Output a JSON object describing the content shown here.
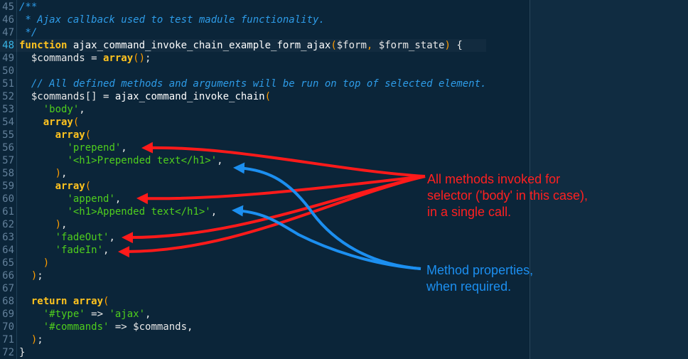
{
  "editor": {
    "current_line": "48",
    "lines": [
      {
        "n": "45",
        "tokens": [
          [
            "c",
            "/**"
          ]
        ]
      },
      {
        "n": "46",
        "tokens": [
          [
            "c",
            " * Ajax callback used to test madule functionality."
          ]
        ]
      },
      {
        "n": "47",
        "tokens": [
          [
            "c",
            " */"
          ]
        ]
      },
      {
        "n": "48",
        "tokens": [
          [
            "k",
            "function"
          ],
          [
            "o",
            " "
          ],
          [
            "f",
            "ajax_command_invoke_chain_example_form_ajax"
          ],
          [
            "p",
            "("
          ],
          [
            "v",
            "$form"
          ],
          [
            "p",
            ", "
          ],
          [
            "v",
            "$form_state"
          ],
          [
            "p",
            ")"
          ],
          [
            "o",
            " {"
          ]
        ]
      },
      {
        "n": "49",
        "tokens": [
          [
            "o",
            "  "
          ],
          [
            "v",
            "$commands"
          ],
          [
            "o",
            " = "
          ],
          [
            "k",
            "array"
          ],
          [
            "p",
            "()"
          ],
          [
            "o",
            ";"
          ]
        ]
      },
      {
        "n": "50",
        "tokens": []
      },
      {
        "n": "51",
        "tokens": [
          [
            "o",
            "  "
          ],
          [
            "c",
            "// All defined methods and arguments will be run on top of selected element."
          ]
        ]
      },
      {
        "n": "52",
        "tokens": [
          [
            "o",
            "  "
          ],
          [
            "v",
            "$commands"
          ],
          [
            "o",
            "[] = "
          ],
          [
            "f",
            "ajax_command_invoke_chain"
          ],
          [
            "p",
            "("
          ]
        ]
      },
      {
        "n": "53",
        "tokens": [
          [
            "o",
            "    "
          ],
          [
            "s",
            "'body'"
          ],
          [
            "o",
            ","
          ]
        ]
      },
      {
        "n": "54",
        "tokens": [
          [
            "o",
            "    "
          ],
          [
            "k",
            "array"
          ],
          [
            "p",
            "("
          ]
        ]
      },
      {
        "n": "55",
        "tokens": [
          [
            "o",
            "      "
          ],
          [
            "k",
            "array"
          ],
          [
            "p",
            "("
          ]
        ]
      },
      {
        "n": "56",
        "tokens": [
          [
            "o",
            "        "
          ],
          [
            "s",
            "'prepend'"
          ],
          [
            "o",
            ","
          ]
        ]
      },
      {
        "n": "57",
        "tokens": [
          [
            "o",
            "        "
          ],
          [
            "s",
            "'<h1>Prepended text</h1>'"
          ],
          [
            "o",
            ","
          ]
        ]
      },
      {
        "n": "58",
        "tokens": [
          [
            "o",
            "      "
          ],
          [
            "p",
            ")"
          ],
          [
            "o",
            ","
          ]
        ]
      },
      {
        "n": "59",
        "tokens": [
          [
            "o",
            "      "
          ],
          [
            "k",
            "array"
          ],
          [
            "p",
            "("
          ]
        ]
      },
      {
        "n": "60",
        "tokens": [
          [
            "o",
            "        "
          ],
          [
            "s",
            "'append'"
          ],
          [
            "o",
            ","
          ]
        ]
      },
      {
        "n": "61",
        "tokens": [
          [
            "o",
            "        "
          ],
          [
            "s",
            "'<h1>Appended text</h1>'"
          ],
          [
            "o",
            ","
          ]
        ]
      },
      {
        "n": "62",
        "tokens": [
          [
            "o",
            "      "
          ],
          [
            "p",
            ")"
          ],
          [
            "o",
            ","
          ]
        ]
      },
      {
        "n": "63",
        "tokens": [
          [
            "o",
            "      "
          ],
          [
            "s",
            "'fadeOut'"
          ],
          [
            "o",
            ","
          ]
        ]
      },
      {
        "n": "64",
        "tokens": [
          [
            "o",
            "      "
          ],
          [
            "s",
            "'fadeIn'"
          ],
          [
            "o",
            ","
          ]
        ]
      },
      {
        "n": "65",
        "tokens": [
          [
            "o",
            "    "
          ],
          [
            "p",
            ")"
          ]
        ]
      },
      {
        "n": "66",
        "tokens": [
          [
            "o",
            "  "
          ],
          [
            "p",
            ")"
          ],
          [
            "o",
            ";"
          ]
        ]
      },
      {
        "n": "67",
        "tokens": []
      },
      {
        "n": "68",
        "tokens": [
          [
            "o",
            "  "
          ],
          [
            "k",
            "return"
          ],
          [
            "o",
            " "
          ],
          [
            "k",
            "array"
          ],
          [
            "p",
            "("
          ]
        ]
      },
      {
        "n": "69",
        "tokens": [
          [
            "o",
            "    "
          ],
          [
            "s",
            "'#type'"
          ],
          [
            "o",
            " => "
          ],
          [
            "s",
            "'ajax'"
          ],
          [
            "o",
            ","
          ]
        ]
      },
      {
        "n": "70",
        "tokens": [
          [
            "o",
            "    "
          ],
          [
            "s",
            "'#commands'"
          ],
          [
            "o",
            " => "
          ],
          [
            "v",
            "$commands"
          ],
          [
            "o",
            ","
          ]
        ]
      },
      {
        "n": "71",
        "tokens": [
          [
            "o",
            "  "
          ],
          [
            "p",
            ")"
          ],
          [
            "o",
            ";"
          ]
        ]
      },
      {
        "n": "72",
        "tokens": [
          [
            "o",
            "}"
          ]
        ]
      }
    ]
  },
  "annotations": {
    "methods_note": "All methods invoked for\nselector ('body' in this case),\nin a single call.",
    "properties_note": "Method properties,\nwhen required."
  },
  "colors": {
    "background": "#0b2539",
    "keyword": "#ffc31f",
    "string": "#4fce1d",
    "comment": "#2e9ce8",
    "paren": "#ff9d00",
    "red_arrow": "#ff1a1a",
    "blue_arrow": "#1c8ff0"
  }
}
